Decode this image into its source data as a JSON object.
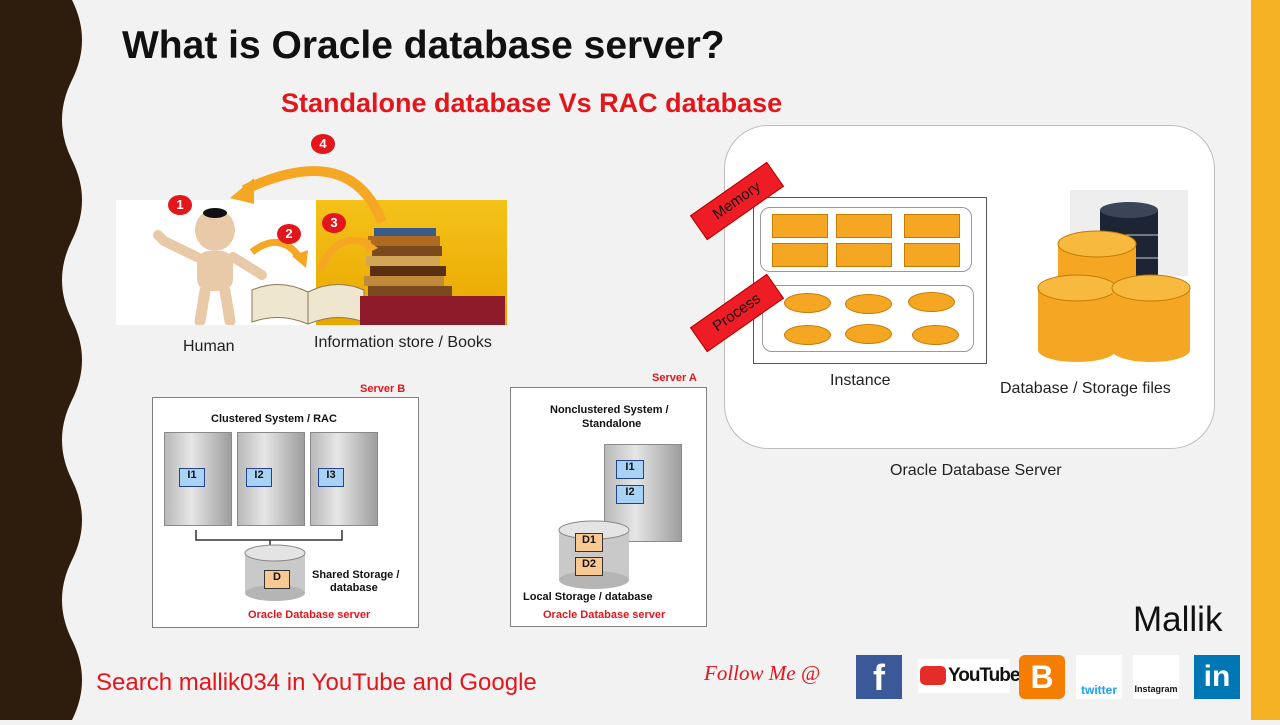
{
  "title": "What is Oracle database server?",
  "subtitle": "Standalone database Vs RAC database",
  "analogy": {
    "steps": [
      "1",
      "2",
      "3",
      "4"
    ],
    "human_label": "Human",
    "store_label": "Information store / Books"
  },
  "oracle_server": {
    "memory_tag": "Memory",
    "process_tag": "Process",
    "instance_label": "Instance",
    "db_label": "Database / Storage files",
    "server_label": "Oracle Database Server"
  },
  "rac": {
    "server_name": "Server B",
    "title": "Clustered System / RAC",
    "instances": [
      "I1",
      "I2",
      "I3"
    ],
    "disk": "D",
    "storage_label_1": "Shared Storage /",
    "storage_label_2": "database",
    "footer": "Oracle Database server"
  },
  "standalone": {
    "server_name": "Server A",
    "title_1": "Nonclustered System /",
    "title_2": "Standalone",
    "instances": [
      "I1",
      "I2"
    ],
    "disks": [
      "D1",
      "D2"
    ],
    "storage_label": "Local Storage / database",
    "footer": "Oracle Database server"
  },
  "footer": {
    "search_text": "Search mallik034 in YouTube and Google",
    "follow_text": "Follow Me @",
    "author": "Mallik",
    "social": {
      "facebook": "f",
      "youtube": "YouTube",
      "blogger": "B",
      "twitter": "twitter",
      "instagram": "Instagram",
      "linkedin": "in"
    }
  },
  "colors": {
    "accent_red": "#e3161c",
    "orange": "#f5a623",
    "side_yellow": "#f5b324",
    "side_dark": "#2e1c0c"
  }
}
